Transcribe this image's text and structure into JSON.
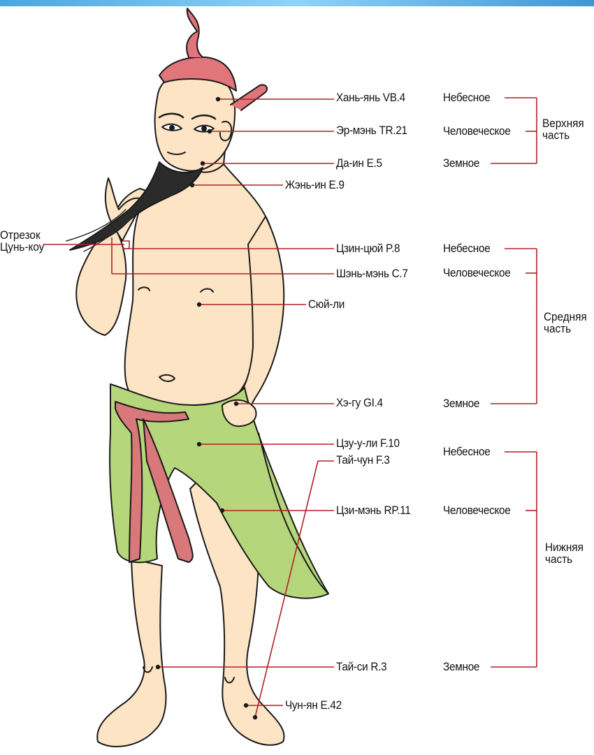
{
  "colors": {
    "skin": "#fde4c4",
    "outline": "#1a1a1a",
    "hair": "#e0757a",
    "beard": "#2b2b2b",
    "cloth_green": "#b5d67a",
    "sash": "#d9787a",
    "leader_line": "#b22028"
  },
  "points": [
    {
      "label": "Хань-янь VB.4"
    },
    {
      "label": "Эр-мэнь TR.21"
    },
    {
      "label": "Да-ин E.5"
    },
    {
      "label": "Жэнь-ин E.9"
    },
    {
      "label": "Цзин-цюй P.8"
    },
    {
      "label": "Шэнь-мэнь C.7"
    },
    {
      "label": "Сюй-ли"
    },
    {
      "label": "Хэ-гу GI.4"
    },
    {
      "label": "Цзу-у-ли F.10"
    },
    {
      "label": "Тай-чун F.3"
    },
    {
      "label": "Цзи-мэнь RP.11"
    },
    {
      "label": "Тай-си R.3"
    },
    {
      "label": "Чун-ян E.42"
    }
  ],
  "levels": [
    {
      "label": "Небесное"
    },
    {
      "label": "Человеческое"
    },
    {
      "label": "Земное"
    },
    {
      "label": "Небесное"
    },
    {
      "label": "Человеческое"
    },
    {
      "label": "Земное"
    },
    {
      "label": "Небесное"
    },
    {
      "label": "Человеческое"
    },
    {
      "label": "Земное"
    }
  ],
  "parts": [
    {
      "line1": "Верхняя",
      "line2": "часть"
    },
    {
      "line1": "Средняя",
      "line2": "часть"
    },
    {
      "line1": "Нижняя",
      "line2": "часть"
    }
  ],
  "segment": {
    "line1": "Отрезок",
    "line2": "Цунь-коу"
  }
}
